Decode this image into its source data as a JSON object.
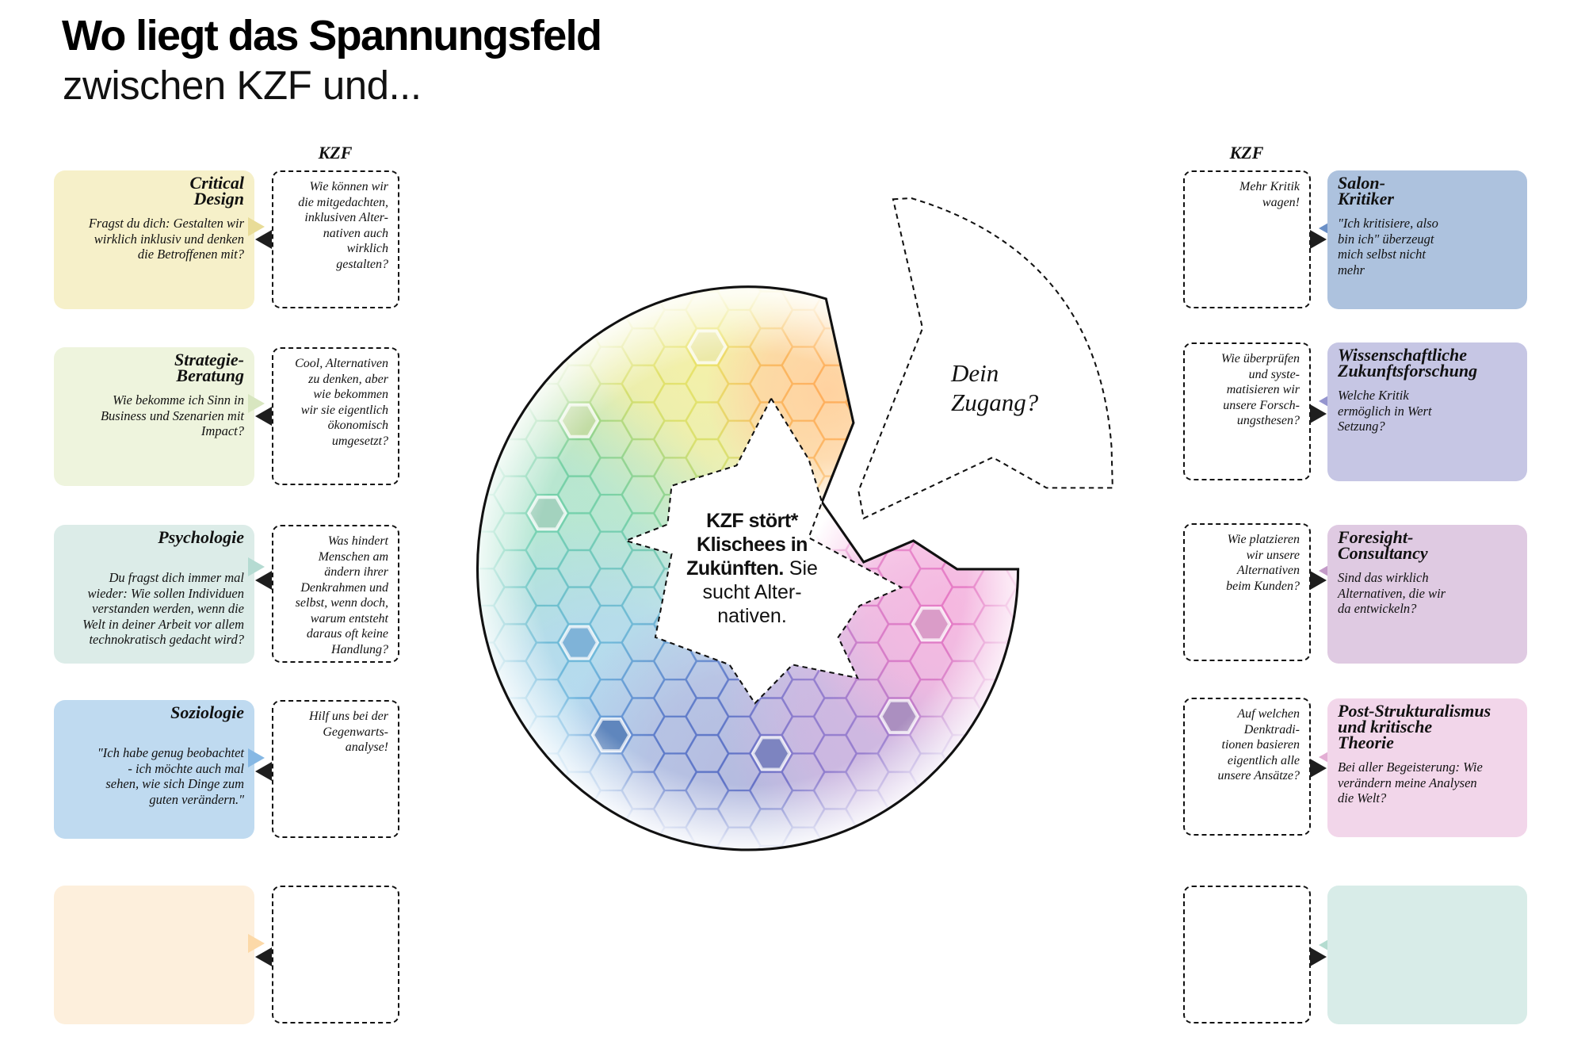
{
  "header": {
    "title": "Wo liegt das Spannungsfeld",
    "subtitle": "zwischen KZF und..."
  },
  "kzf_label_left": "KZF",
  "kzf_label_right": "KZF",
  "left_rows": [
    {
      "discipline": "Critical\nDesign",
      "text": "Fragst du dich: Gestalten wir\nwirklich inklusiv und denken\ndie Betroffenen mit?",
      "kzf_text": "Wie können wir\ndie mitgedachten,\ninklusiven Alter-\nnativen auch\nwirklich\ngestalten?",
      "color": "#f6f0c9",
      "arrow_color": "#e8dc98"
    },
    {
      "discipline": "Strategie-\nBeratung",
      "text": "Wie bekomme ich Sinn in\nBusiness und Szenarien mit\nImpact?",
      "kzf_text": "Cool, Alternativen\nzu denken, aber\nwie bekommen\nwir sie eigentlich\nökonomisch\numgesetzt?",
      "color": "#eef4dd",
      "arrow_color": "#d8e6c0"
    },
    {
      "discipline": "Psychologie",
      "text": "Du fragst dich immer mal\nwieder: Wie sollen Individuen\nverstanden werden, wenn die\nWelt in deiner Arbeit vor allem\ntechnokratisch gedacht wird?",
      "kzf_text": "Was hindert\nMenschen am\nändern ihrer\nDenkrahmen und\nselbst, wenn doch,\nwarum entsteht\ndaraus oft keine\nHandlung?",
      "color": "#dcece8",
      "arrow_color": "#b5dbd2"
    },
    {
      "discipline": "Soziologie",
      "text": "\"Ich habe genug beobachtet\n- ich möchte auch mal\nsehen, wie sich Dinge zum\nguten verändern.\"",
      "kzf_text": "Hilf uns bei der\nGegenwarts-\nanalyse!",
      "color": "#bfdaf0",
      "arrow_color": "#86b8e4"
    },
    {
      "discipline": "",
      "text": "",
      "kzf_text": "",
      "color": "#fdefdc",
      "arrow_color": "#fcd9a8"
    }
  ],
  "right_rows": [
    {
      "discipline": "Salon-\nKritiker",
      "text": "\"Ich kritisiere, also\nbin ich\" überzeugt\nmich selbst nicht\nmehr",
      "kzf_text": "Mehr Kritik\nwagen!",
      "color": "#adc2de",
      "arrow_color": "#6a8fc6"
    },
    {
      "discipline": "Wissenschaftliche\nZukunftsforschung",
      "text": "Welche Kritik\nermöglich in Wert\nSetzung?",
      "kzf_text": "Wie überprüfen\nund syste-\nmatisieren wir\nunsere Forsch-\nungsthesen?",
      "color": "#c6c6e4",
      "arrow_color": "#9595cf"
    },
    {
      "discipline": "Foresight-\nConsultancy",
      "text": "Sind das wirklich\nAlternativen, die wir\nda entwickeln?",
      "kzf_text": "Wie platzieren\nwir unsere\nAlternativen\nbeim Kunden?",
      "color": "#dfcae2",
      "arrow_color": "#c39ac8"
    },
    {
      "discipline": "Post-Strukturalismus\nund kritische\nTheorie",
      "text": "Bei aller Begeisterung: Wie\nverändern meine Analysen\ndie Welt?",
      "kzf_text": "Auf welchen\nDenktradi-\ntionen basieren\neigentlich alle\nunsere Ansätze?",
      "color": "#f2d6ea",
      "arrow_color": "#e3aed4"
    },
    {
      "discipline": "",
      "text": "",
      "kzf_text": "",
      "color": "#d8ece8",
      "arrow_color": "#b4dcd0"
    }
  ],
  "center": {
    "bold": "KZF stört*\nKlischees in\nZukünften.",
    "regular": " Sie\nsucht Alter-\nnativen."
  },
  "zugang": "Dein\nZugang?"
}
